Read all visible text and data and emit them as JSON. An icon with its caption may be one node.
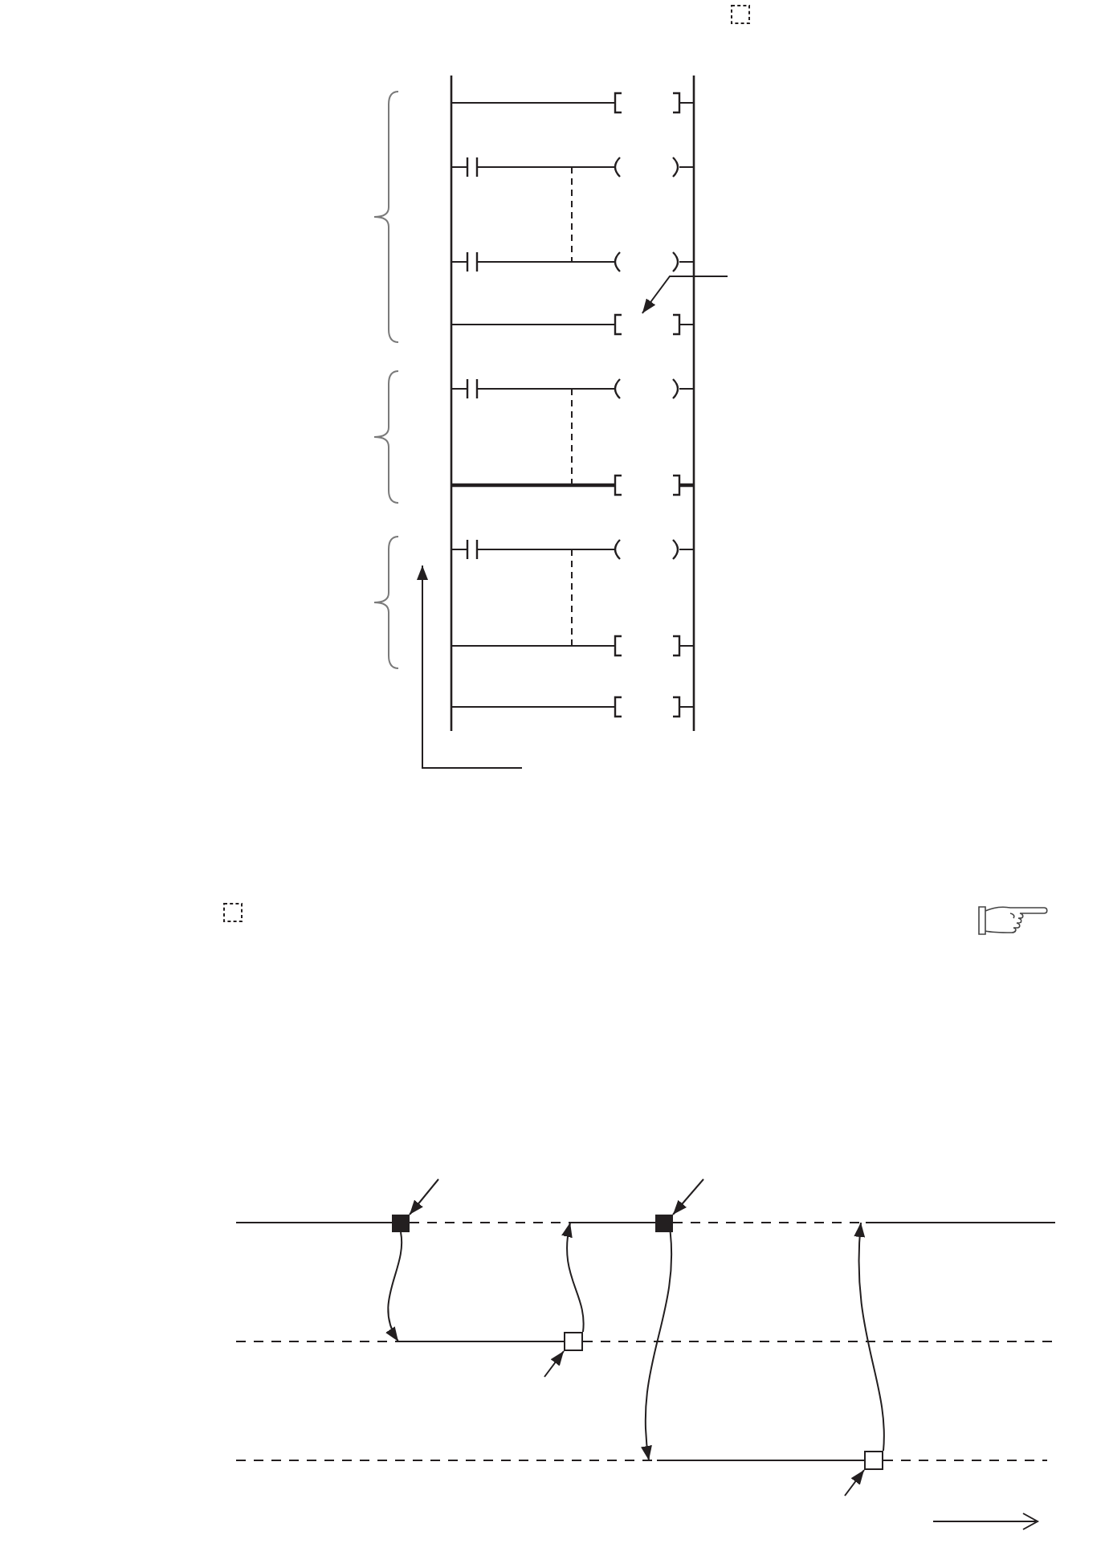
{
  "diagram": {
    "nodes": [
      {
        "text": [],
        "shape": "box"
      },
      {
        "text": [],
        "shape": "line"
      },
      {
        "text": [],
        "shape": "box"
      },
      {
        "text": [],
        "shape": "box"
      },
      {
        "text": [],
        "shape": "line"
      },
      {
        "text": [],
        "shape": "box"
      },
      {
        "text": [],
        "shape": "line"
      },
      {
        "text": [],
        "shape": "box"
      }
    ],
    "edges": [
      {
        "from": null,
        "to": 0,
        "arrow": "to"
      },
      {
        "from": 2,
        "to": 4,
        "arrow": "to"
      },
      {
        "from": 5,
        "to": 1,
        "arrow": "to"
      },
      {
        "from": 3,
        "to": 6,
        "arrow": "to"
      },
      {
        "from": 7,
        "to": 1,
        "arrow": "to"
      },
      {
        "from": null,
        "to": 2,
        "arrow": "to"
      },
      {
        "from": null,
        "to": 3,
        "arrow": "to"
      },
      {
        "from": null,
        "to": 5,
        "arrow": "to"
      },
      {
        "from": null,
        "to": 7,
        "arrow": "to"
      }
    ]
  }
}
